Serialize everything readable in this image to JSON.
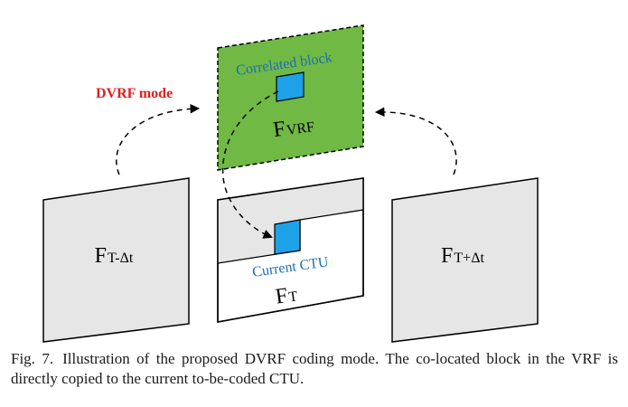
{
  "diagram": {
    "mode_label": "DVRF mode",
    "vrf_frame": {
      "block_label": "Correlated block",
      "main": "F",
      "sub": "VRF",
      "fill_color": "#70b944",
      "block_color": "#1da2e8"
    },
    "frame_left": {
      "main": "F",
      "sub": "T-Δt"
    },
    "frame_current": {
      "ctu_label": "Current CTU",
      "main": "F",
      "sub": "T",
      "top_band_color": "#e6e6e6",
      "block_color": "#1da2e8"
    },
    "frame_right": {
      "main": "F",
      "sub": "T+Δt"
    },
    "colors": {
      "accent_red": "#e0201b",
      "label_blue": "#1e6eb4",
      "frame_gray": "#e6e6e6"
    }
  },
  "caption": {
    "fig_label": "Fig. 7.",
    "text": "Illustration of the proposed DVRF coding mode. The co-located block in the VRF is directly copied to the current to-be-coded CTU."
  }
}
